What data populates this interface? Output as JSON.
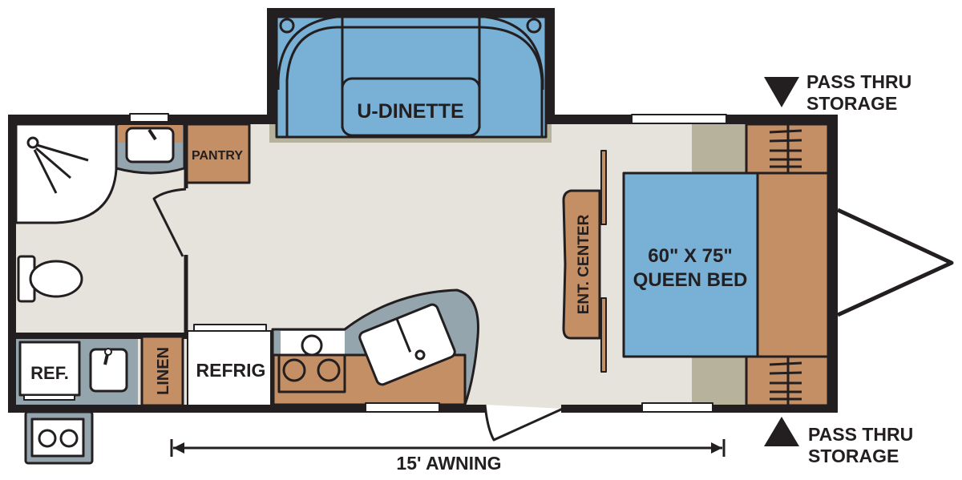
{
  "colors": {
    "wall": "#231f20",
    "floor": "#e6e3dc",
    "cabinet_wood": "#c48f65",
    "upholstery_blue": "#78b0d6",
    "counter_gray": "#95a5ad",
    "carpet_tan": "#b7b29c"
  },
  "labels": {
    "dinette": "U-DINETTE",
    "pantry": "PANTRY",
    "ref_outdoor": "REF.",
    "linen": "LINEN",
    "refrig": "REFRIG",
    "ent_center": "ENT. CENTER",
    "bed_size": "60\" X 75\"",
    "bed_type": "QUEEN BED",
    "pass_thru_top_1": "PASS THRU",
    "pass_thru_top_2": "STORAGE",
    "pass_thru_bottom_1": "PASS THRU",
    "pass_thru_bottom_2": "STORAGE",
    "awning": "15' AWNING"
  },
  "icons": [
    "shower-icon",
    "toilet-icon",
    "sink-icon",
    "stove-burners-icon",
    "recliner-icon",
    "door-swing-icon",
    "window-icon",
    "arrow-down-icon",
    "arrow-up-icon",
    "dimension-arrow-icon",
    "hitch-tongue-icon"
  ]
}
